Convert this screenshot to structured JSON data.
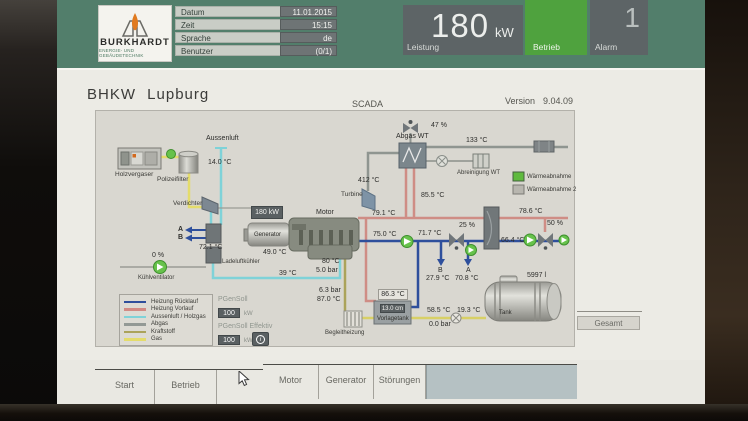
{
  "header": {
    "logo": {
      "brand": "BURKHARDT",
      "tagline": "ENERGIE- UND GEBÄUDETECHNIK"
    },
    "info_rows": [
      {
        "label": "Datum",
        "value": "11.01.2015"
      },
      {
        "label": "Zeit",
        "value": "15:15"
      },
      {
        "label": "Sprache",
        "value": "de"
      },
      {
        "label": "Benutzer",
        "value": "(0/1)"
      }
    ],
    "power": {
      "value": "180",
      "unit": "kW",
      "label": "Leistung"
    },
    "status": {
      "label": "Betrieb"
    },
    "alarm": {
      "value": "1",
      "label": "Alarm"
    }
  },
  "titlebar": {
    "title": "BHKW Lupburg",
    "center": "SCADA",
    "version_label": "Version",
    "version": "9.04.09"
  },
  "diagram": {
    "aussenluft": "Aussenluft",
    "t_aussenluft": "14.0 °C",
    "holzvergaser": "Holzvergaser",
    "polizeifilter": "Polizeifilter",
    "verdichter": "Verdichter",
    "power_box": "180 kW",
    "generator": "Generator",
    "t_generator": "49.0 °C",
    "motor": "Motor",
    "turbine": "Turbine",
    "t_turbine_abgas": "412 °C",
    "abgas_valve_pct": "47 %",
    "abgas_wt": "Abgas WT",
    "t_abgas_out": "133 °C",
    "t_855": "85.5 °C",
    "abreinigung_wt": "Abreinigung WT",
    "waermeabnahme1": "Wärmeabnahme",
    "waermeabnahme2": "Wärmeabnahme 2",
    "t_791": "79.1 °C",
    "t_786": "78.6 °C",
    "t_750": "75.0 °C",
    "t_717": "71.7 °C",
    "valve25_pct": "25 %",
    "t_664": "66.4 °C",
    "valve50_pct": "50 %",
    "port_a": "A",
    "port_b": "B",
    "t_port_a": "70.8 °C",
    "t_port_b": "27.9 °C",
    "ladeluft_a": "A",
    "ladeluft_b": "B",
    "t_ladeluft": "72.1 °C",
    "ladeluftkuehler": "Ladeluftkühler",
    "fan_pct": "0 %",
    "kuehlventilator": "Kühlventilator",
    "t_39": "39 °C",
    "t_80": "80 °C",
    "p_50": "5.0 bar",
    "p_63": "6.3 bar",
    "t_870": "87.0 °C",
    "t_863": "86.3 °C",
    "vorlagetank": "Vorlagetank",
    "level": "13.0 cm",
    "begleitheizung": "Begleitheizung",
    "t_585": "58.5 °C",
    "p_00": "0.0 bar",
    "t_193": "19.3 °C",
    "tank": "Tank",
    "tank_volume": "5997 l"
  },
  "legend": {
    "items": [
      {
        "label": "Heizung Rücklauf",
        "color": "#2e4f9c"
      },
      {
        "label": "Heizung Vorlauf",
        "color": "#d28a84"
      },
      {
        "label": "Aussenluft / Holzgas",
        "color": "#7fd2d8"
      },
      {
        "label": "Abgas",
        "color": "#939995"
      },
      {
        "label": "Kraftstoff",
        "color": "#aba35a"
      },
      {
        "label": "Gas",
        "color": "#e4dc6b"
      }
    ]
  },
  "setpoints": {
    "pgensoll_label": "PGenSoll",
    "pgensoll_value": "100",
    "pgensoll_unit": "kW",
    "pgensoll_eff_label": "PGenSoll Effektiv",
    "pgensoll_eff_value": "100",
    "pgensoll_eff_unit": "kW",
    "info_icon": "i"
  },
  "gesamt_button": "Gesamt",
  "nav": {
    "tabs": [
      "Start",
      "Betrieb",
      "Motor",
      "Generator",
      "Störungen"
    ]
  },
  "colors": {
    "header_green": "#527e6b",
    "status_green": "#4fa23e",
    "panel_dark": "#5d6466",
    "diagram_bg": "#d9d7d0",
    "pump_green": "#67c24b"
  }
}
